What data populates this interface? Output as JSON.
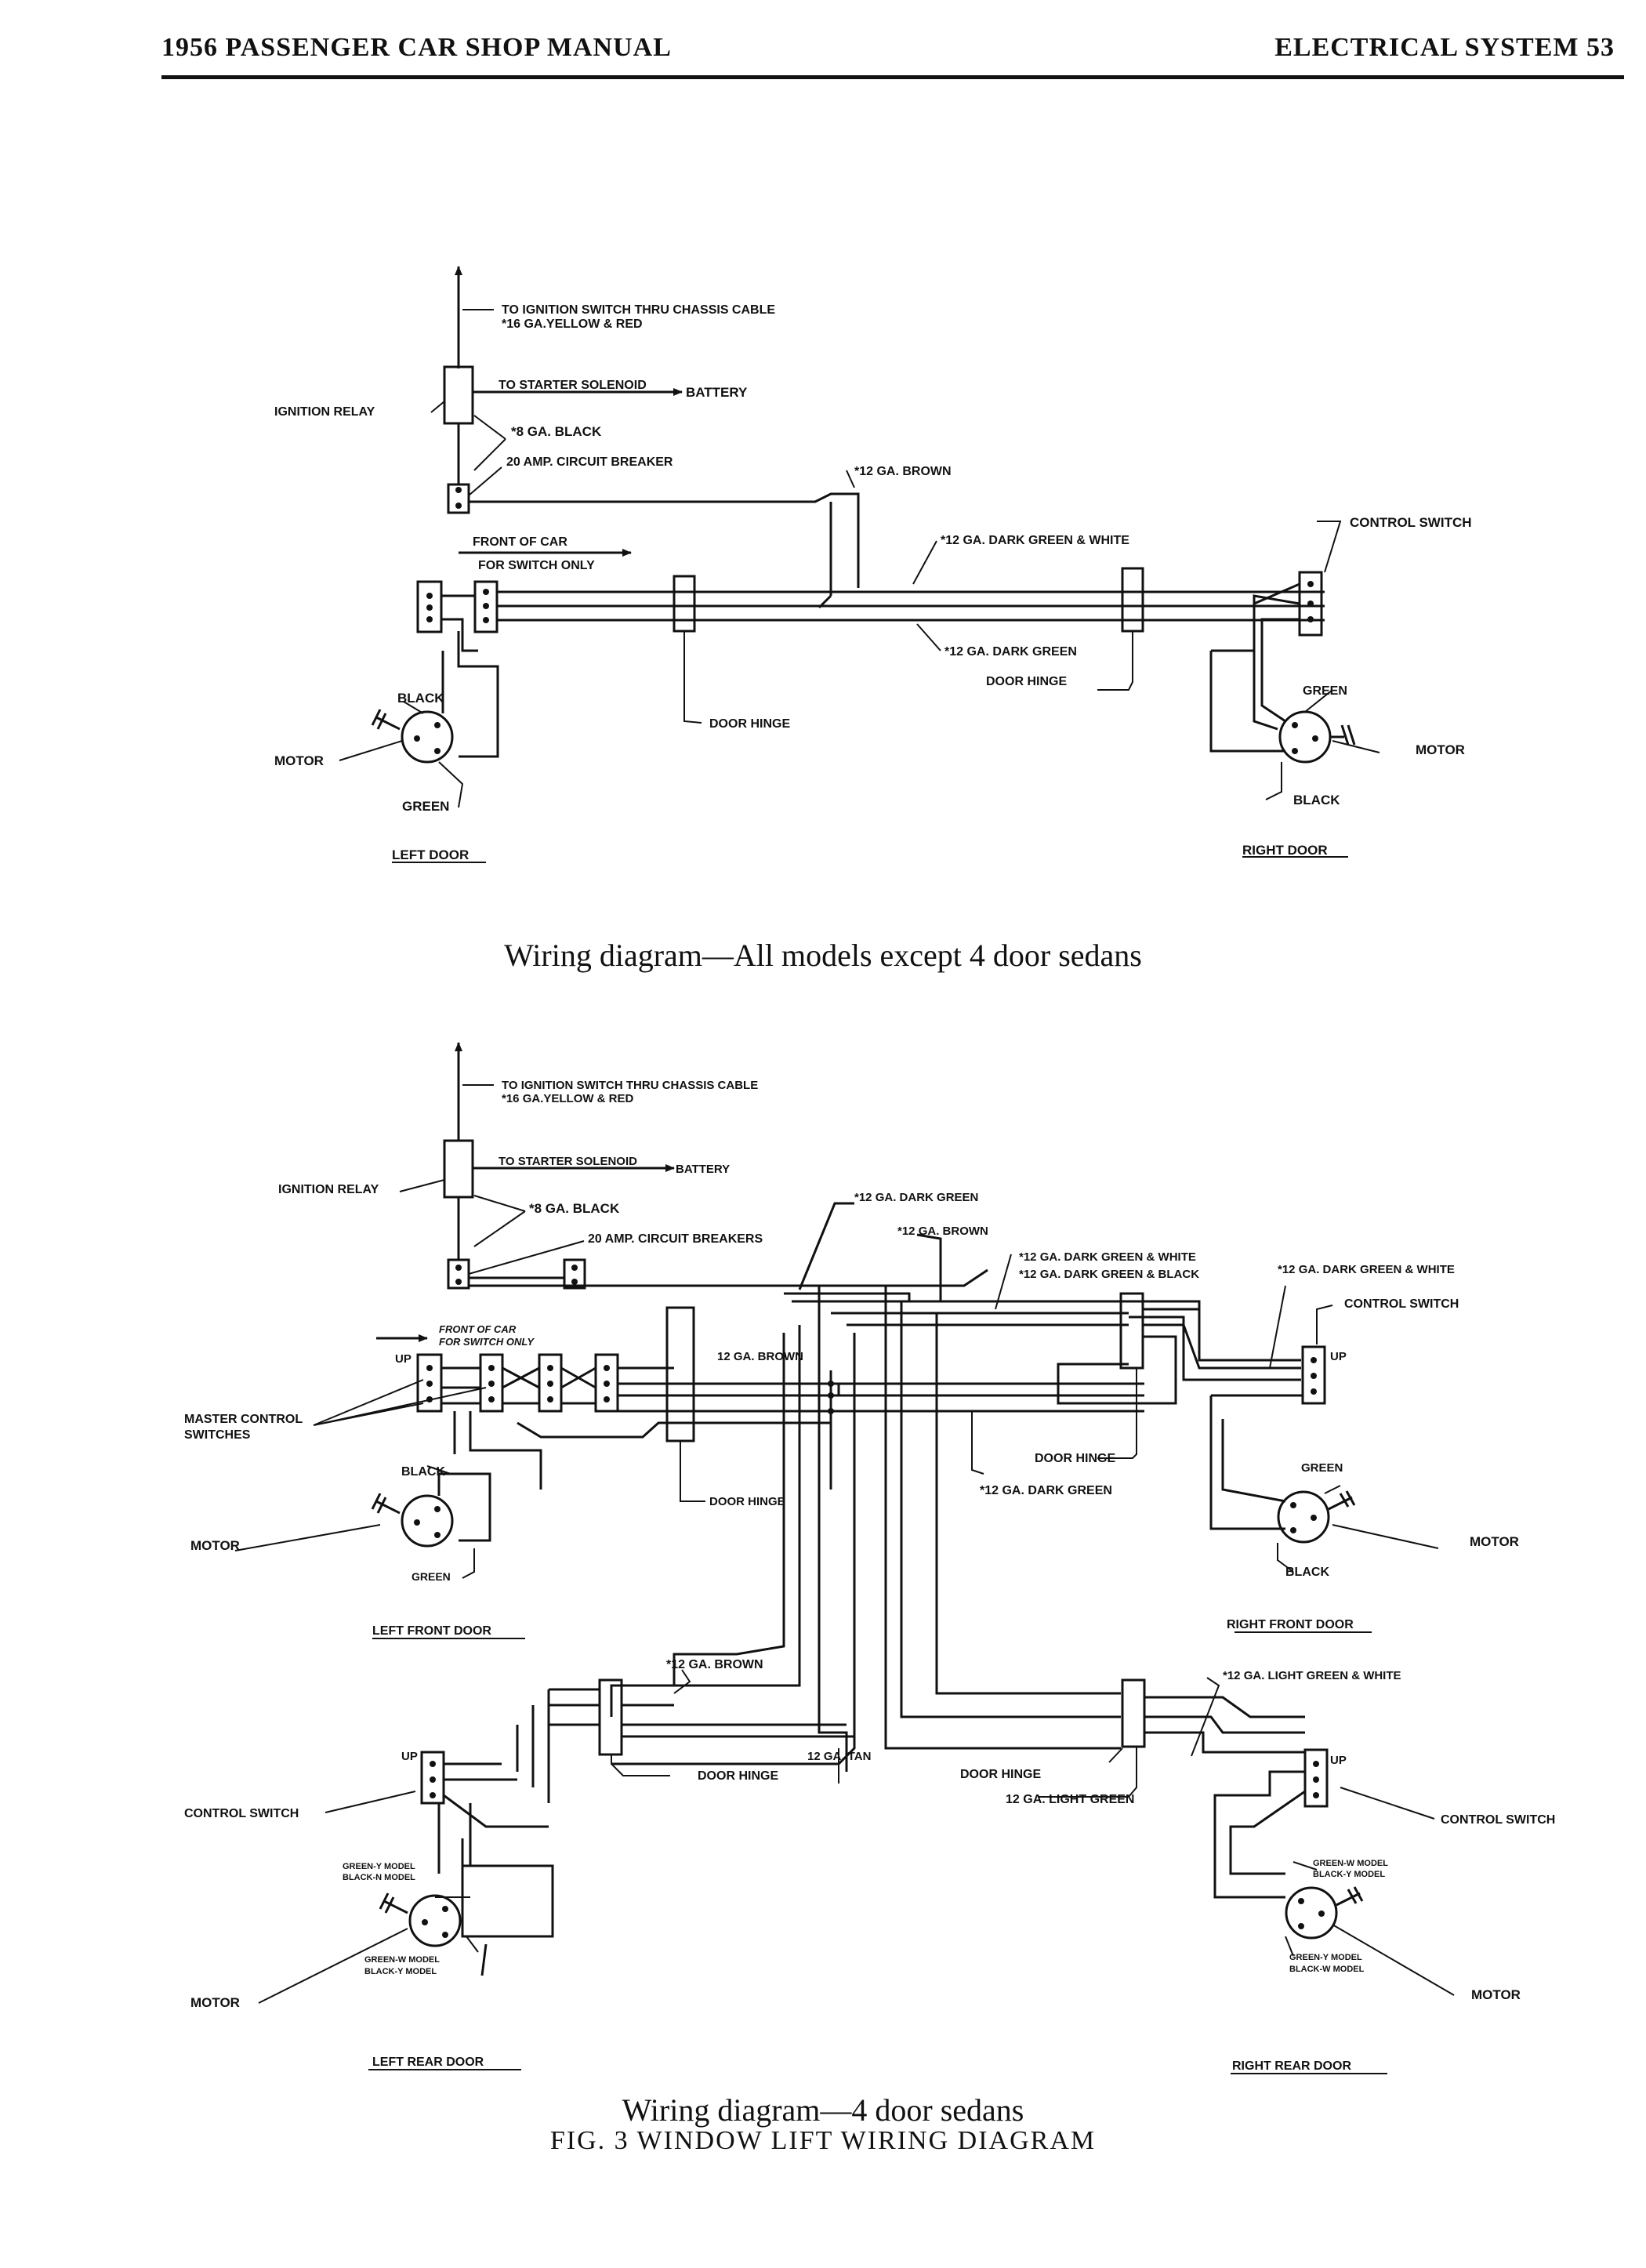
{
  "header": {
    "left": "1956 PASSENGER CAR SHOP MANUAL",
    "right": "ELECTRICAL SYSTEM  53"
  },
  "diagram1": {
    "caption": "Wiring diagram—All models except 4 door sedans",
    "labels": {
      "to_ignition": "TO IGNITION SWITCH THRU CHASSIS CABLE",
      "ga16": "*16 GA.YELLOW & RED",
      "to_starter": "TO STARTER SOLENOID",
      "battery": "BATTERY",
      "ignition_relay": "IGNITION RELAY",
      "ga8": "*8 GA. BLACK",
      "breaker": "20 AMP. CIRCUIT BREAKER",
      "ga12_brown": "*12 GA. BROWN",
      "control_switch": "CONTROL SWITCH",
      "front_of_car": "FRONT OF CAR",
      "for_switch_only": "FOR SWITCH ONLY",
      "ga12_dgw": "*12 GA. DARK GREEN & WHITE",
      "ga12_dg": "*12 GA. DARK GREEN",
      "door_hinge_r": "DOOR HINGE",
      "door_hinge_l": "DOOR HINGE",
      "black_l": "BLACK",
      "motor_l": "MOTOR",
      "green_l": "GREEN",
      "left_door": "LEFT DOOR",
      "green_r": "GREEN",
      "motor_r": "MOTOR",
      "black_r": "BLACK",
      "right_door": "RIGHT DOOR"
    }
  },
  "diagram2": {
    "caption": "Wiring diagram—4 door sedans",
    "labels": {
      "to_ignition": "TO IGNITION SWITCH THRU CHASSIS CABLE",
      "ga16": "*16 GA.YELLOW & RED",
      "to_starter": "TO STARTER SOLENOID",
      "battery": "BATTERY",
      "ignition_relay": "IGNITION RELAY",
      "ga8": "*8 GA. BLACK",
      "breakers": "20 AMP. CIRCUIT BREAKERS",
      "ga12_dg_top": "*12 GA. DARK GREEN",
      "ga12_brown_top": "*12 GA. BROWN",
      "ga12_dgw": "*12 GA. DARK GREEN & WHITE",
      "ga12_dgb": "*12 GA. DARK GREEN & BLACK",
      "ga12_dgw_r": "*12 GA. DARK GREEN & WHITE",
      "control_switch_rf": "CONTROL SWITCH",
      "front_of_car": "FRONT OF CAR",
      "for_switch_only": "FOR SWITCH ONLY",
      "up_lf": "UP",
      "ga12_brown_mid": "12 GA. BROWN",
      "up_rf": "UP",
      "master_control": "MASTER CONTROL",
      "switches": "SWITCHES",
      "door_hinge_rf": "DOOR HINGE",
      "ga12_dg_mid": "*12 GA. DARK GREEN",
      "black_lf": "BLACK",
      "door_hinge_lf": "DOOR HINGE",
      "green_rf": "GREEN",
      "motor_lf": "MOTOR",
      "green_lf": "GREEN",
      "motor_rf": "MOTOR",
      "black_rf": "BLACK",
      "left_front_door": "LEFT FRONT DOOR",
      "right_front_door": "RIGHT FRONT DOOR",
      "ga12_brown_rear": "*12 GA. BROWN",
      "ga12_lgw": "*12 GA. LIGHT GREEN & WHITE",
      "up_lr": "UP",
      "ga12_tan": "12 GA. TAN",
      "door_hinge_lr": "DOOR HINGE",
      "door_hinge_rr": "DOOR HINGE",
      "up_rr": "UP",
      "ga12_lg": "12 GA. LIGHT GREEN",
      "control_switch_lr": "CONTROL SWITCH",
      "control_switch_rr": "CONTROL SWITCH",
      "gy_model_l": "GREEN-Y MODEL",
      "bn_model_l": "BLACK-N MODEL",
      "gw_model_r": "GREEN-W MODEL",
      "by_model_r": "BLACK-Y MODEL",
      "gw_model_l": "GREEN-W MODEL",
      "by_model_l": "BLACK-Y MODEL",
      "gy_model_r": "GREEN-Y MODEL",
      "bw_model_r": "BLACK-W MODEL",
      "motor_lr": "MOTOR",
      "motor_rr": "MOTOR",
      "left_rear_door": "LEFT REAR DOOR",
      "right_rear_door": "RIGHT REAR DOOR"
    }
  },
  "figure": {
    "caption": "FIG. 3  WINDOW LIFT WIRING DIAGRAM"
  }
}
